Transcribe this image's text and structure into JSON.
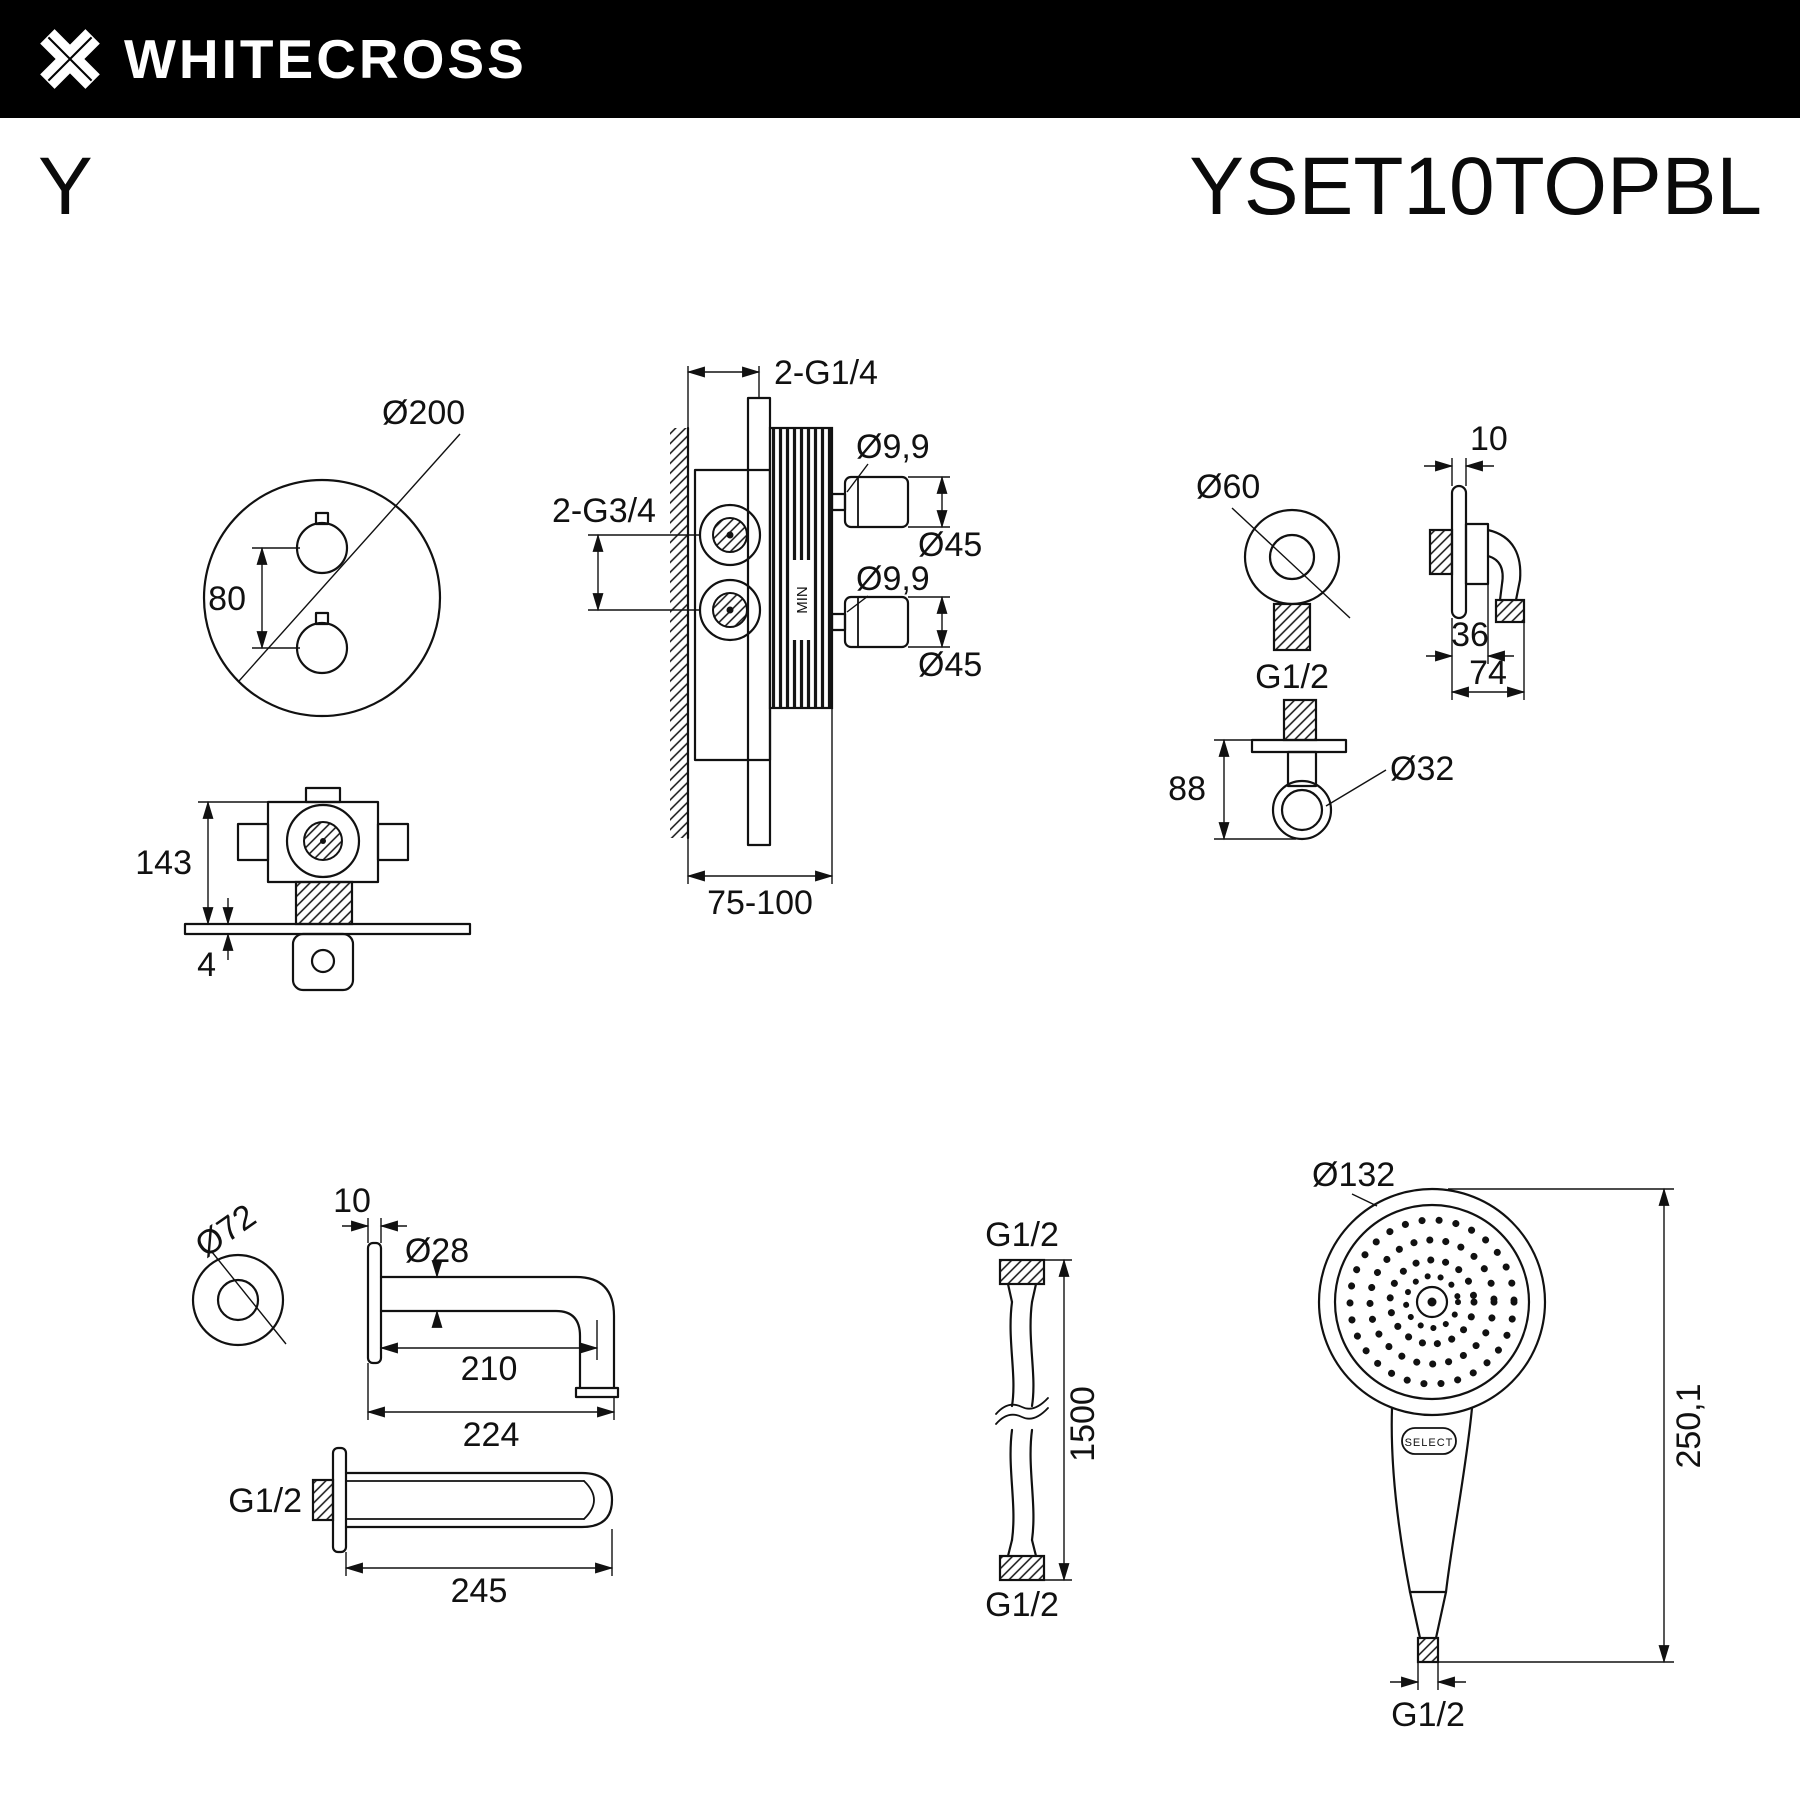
{
  "header": {
    "brand": "WHITECROSS"
  },
  "title": {
    "series": "Y",
    "model": "YSET10TOPBL"
  },
  "colors": {
    "header_bg": "#000000",
    "line": "#111111"
  },
  "thermostat": {
    "front": {
      "diameter": "Ø200",
      "handle_spacing": "80"
    },
    "section": {
      "outlets": "2-G1/4",
      "inlets": "2-G3/4",
      "stem_top": "Ø9,9",
      "handle_top": "Ø45",
      "stem_bottom": "Ø9,9",
      "handle_bottom": "Ø45",
      "mounting_depth": "75-100",
      "min_mark": "MIN"
    },
    "profile": {
      "height": "143",
      "plate_thickness": "4"
    }
  },
  "wall_outlet": {
    "rosette_diameter": "Ø60",
    "thread": "G1/2",
    "bracket_height": "88",
    "holder_diameter": "Ø32",
    "plate_thickness": "10",
    "body_depth": "36",
    "total_depth": "74"
  },
  "spout": {
    "rosette_diameter": "Ø72",
    "plate_thickness": "10",
    "tube_diameter": "Ø28",
    "reach_to_bend": "210",
    "reach_total": "224",
    "thread": "G1/2",
    "lower_reach": "245"
  },
  "hose": {
    "top_thread": "G1/2",
    "length": "1500",
    "bottom_thread": "G1/2"
  },
  "hand_shower": {
    "head_diameter": "Ø132",
    "total_length": "250,1",
    "thread": "G1/2",
    "button": "SELECT"
  }
}
